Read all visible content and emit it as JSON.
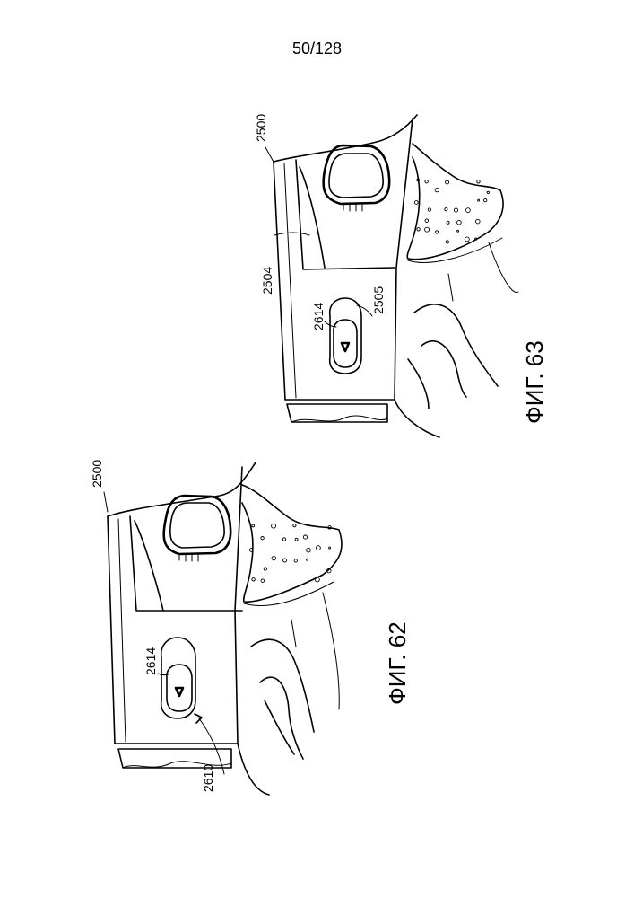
{
  "page_number": "50/128",
  "figures": [
    {
      "caption": "ФИГ. 62",
      "references": {
        "housing": "2500",
        "button": "2614",
        "slide": "2610"
      }
    },
    {
      "caption": "ФИГ. 63",
      "references": {
        "housing": "2500",
        "seam": "2504",
        "button": "2614",
        "recess": "2505"
      }
    }
  ]
}
